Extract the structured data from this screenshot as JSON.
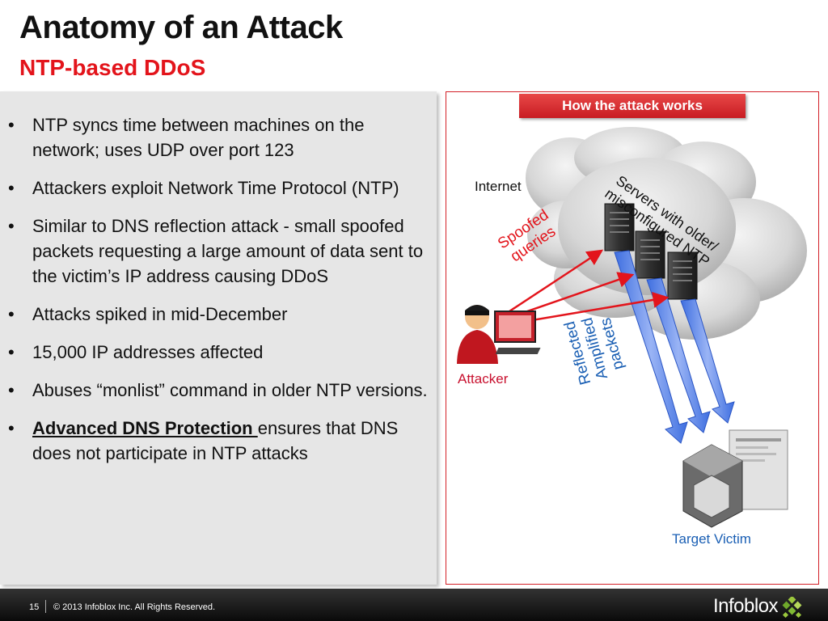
{
  "title": "Anatomy of an Attack",
  "subtitle": "NTP-based DDoS",
  "bullets": [
    "NTP syncs time between machines on the network; uses UDP over port 123",
    "Attackers exploit Network Time Protocol (NTP)",
    "Similar to DNS reflection attack - small spoofed packets requesting a large amount of data sent to the victim’s IP address causing DDoS",
    "Attacks spiked in mid-December",
    "15,000 IP addresses affected",
    "Abuses “monlist” command in older NTP versions."
  ],
  "last_bullet": {
    "link_text": "Advanced DNS Protection ",
    "rest": "ensures that DNS does not participate in NTP attacks"
  },
  "diagram": {
    "header_button": "How the attack works",
    "internet_label": "Internet",
    "servers_label_line1": "Servers with older/",
    "servers_label_line2": "misconfigured NTP",
    "spoofed_line1": "Spoofed",
    "spoofed_line2": "queries",
    "reflected_line1": "Reflected",
    "reflected_line2": "Amplified",
    "reflected_line3": "packets",
    "attacker_label": "Attacker",
    "target_label": "Target Victim"
  },
  "footer": {
    "page_number": "15",
    "copyright": "© 2013 Infoblox Inc. All Rights Reserved.",
    "logo": "Infoblox"
  },
  "colors": {
    "accent_red": "#e3141b",
    "blue_label": "#1a5fb4",
    "panel_gray": "#e6e6e6",
    "footer_black": "#111111"
  }
}
